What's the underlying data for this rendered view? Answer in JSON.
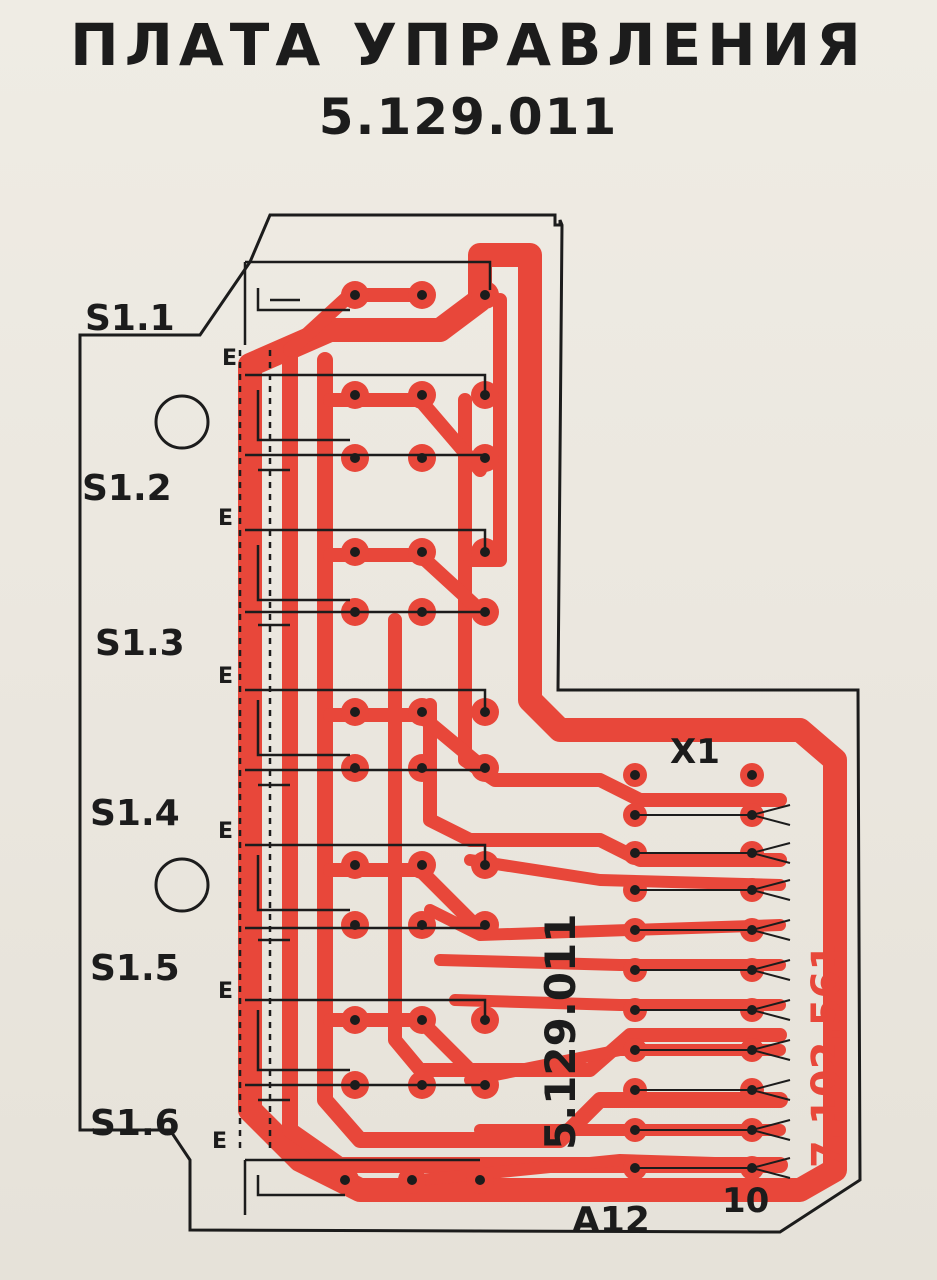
{
  "header": {
    "title": "ПЛАТА УПРАВЛЕНИЯ",
    "code": "5.129.011"
  },
  "board": {
    "switches": [
      "S1.1",
      "S1.2",
      "S1.3",
      "S1.4",
      "S1.5",
      "S1.6"
    ],
    "ground_mark": "E",
    "connector": "X1",
    "board_code": "5.129.011",
    "part_number": "7.102.561",
    "designator": "A12",
    "pin_label": "10"
  },
  "colors": {
    "trace": "#e8473a",
    "ink": "#1c1c1c",
    "paper": "#ece9e1"
  }
}
